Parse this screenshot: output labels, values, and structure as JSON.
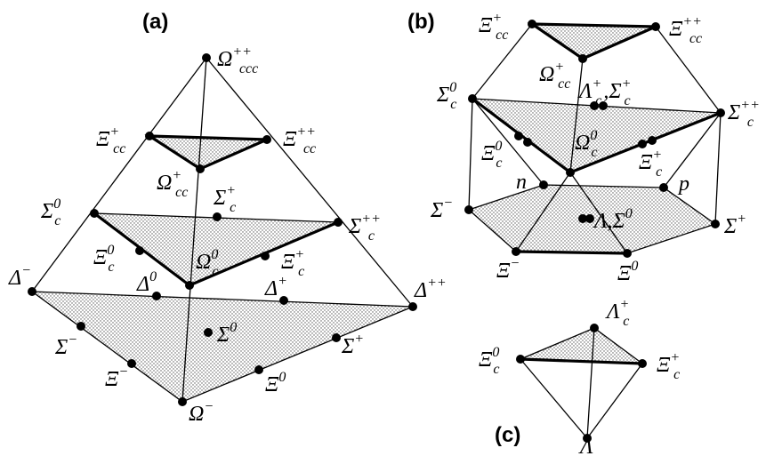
{
  "panels": {
    "a": "(a)",
    "b": "(b)",
    "c": "(c)"
  },
  "labels": {
    "a": {
      "omega_ccc": {
        "base": "Ω",
        "sub": "ccc",
        "sup": "++"
      },
      "xi_cc_plus": {
        "base": "Ξ",
        "sub": "cc",
        "sup": "+"
      },
      "xi_cc_pp": {
        "base": "Ξ",
        "sub": "cc",
        "sup": "++"
      },
      "omega_cc": {
        "base": "Ω",
        "sub": "cc",
        "sup": "+"
      },
      "sigma_c0": {
        "base": "Σ",
        "sub": "c",
        "sup": "0"
      },
      "sigma_c_plus": {
        "base": "Σ",
        "sub": "c",
        "sup": "+"
      },
      "sigma_c_pp": {
        "base": "Σ",
        "sub": "c",
        "sup": "++"
      },
      "xi_c0": {
        "base": "Ξ",
        "sub": "c",
        "sup": "0"
      },
      "omega_c0": {
        "base": "Ω",
        "sub": "c",
        "sup": "0"
      },
      "xi_c_plus": {
        "base": "Ξ",
        "sub": "c",
        "sup": "+"
      },
      "delta_minus": {
        "base": "Δ",
        "sub": "",
        "sup": "−"
      },
      "delta_0": {
        "base": "Δ",
        "sub": "",
        "sup": "0"
      },
      "delta_plus": {
        "base": "Δ",
        "sub": "",
        "sup": "+"
      },
      "delta_pp": {
        "base": "Δ",
        "sub": "",
        "sup": "++"
      },
      "sigma_minus": {
        "base": "Σ",
        "sub": "",
        "sup": "−"
      },
      "sigma_0": {
        "base": "Σ",
        "sub": "",
        "sup": "0"
      },
      "sigma_plus": {
        "base": "Σ",
        "sub": "",
        "sup": "+"
      },
      "xi_minus": {
        "base": "Ξ",
        "sub": "",
        "sup": "−"
      },
      "xi_0": {
        "base": "Ξ",
        "sub": "",
        "sup": "0"
      },
      "omega_minus": {
        "base": "Ω",
        "sub": "",
        "sup": "−"
      }
    },
    "b": {
      "xi_cc_plus": {
        "base": "Ξ",
        "sub": "cc",
        "sup": "+"
      },
      "xi_cc_pp": {
        "base": "Ξ",
        "sub": "cc",
        "sup": "++"
      },
      "omega_cc": {
        "base": "Ω",
        "sub": "cc",
        "sup": "+"
      },
      "sigma_c0": {
        "base": "Σ",
        "sub": "c",
        "sup": "0"
      },
      "lambda_sigma_c": {
        "base": "Λ",
        "sub": "c",
        "sup": "+",
        "rest": ",Σ",
        "rest_sup": "+",
        "rest_sub": "c"
      },
      "sigma_c_pp": {
        "base": "Σ",
        "sub": "c",
        "sup": "++"
      },
      "xi_c0": {
        "base": "Ξ",
        "sub": "c",
        "sup": "0"
      },
      "omega_c0": {
        "base": "Ω",
        "sub": "c",
        "sup": "0"
      },
      "xi_c_plus": {
        "base": "Ξ",
        "sub": "c",
        "sup": "+"
      },
      "n": {
        "base": "n",
        "sub": "",
        "sup": ""
      },
      "p": {
        "base": "p",
        "sub": "",
        "sup": ""
      },
      "sigma_minus": {
        "base": "Σ",
        "sub": "",
        "sup": "−"
      },
      "lambda_sigma0": {
        "base": "Λ,Σ",
        "sub": "",
        "sup": "0"
      },
      "sigma_plus": {
        "base": "Σ",
        "sub": "",
        "sup": "+"
      },
      "xi_minus": {
        "base": "Ξ",
        "sub": "",
        "sup": "−"
      },
      "xi_0": {
        "base": "Ξ",
        "sub": "",
        "sup": "0"
      }
    },
    "c": {
      "lambda_c": {
        "base": "Λ",
        "sub": "c",
        "sup": "+"
      },
      "xi_c0": {
        "base": "Ξ",
        "sub": "c",
        "sup": "0"
      },
      "xi_c_plus": {
        "base": "Ξ",
        "sub": "c",
        "sup": "+"
      },
      "lambda": {
        "base": "Λ",
        "sub": "",
        "sup": ""
      }
    }
  }
}
